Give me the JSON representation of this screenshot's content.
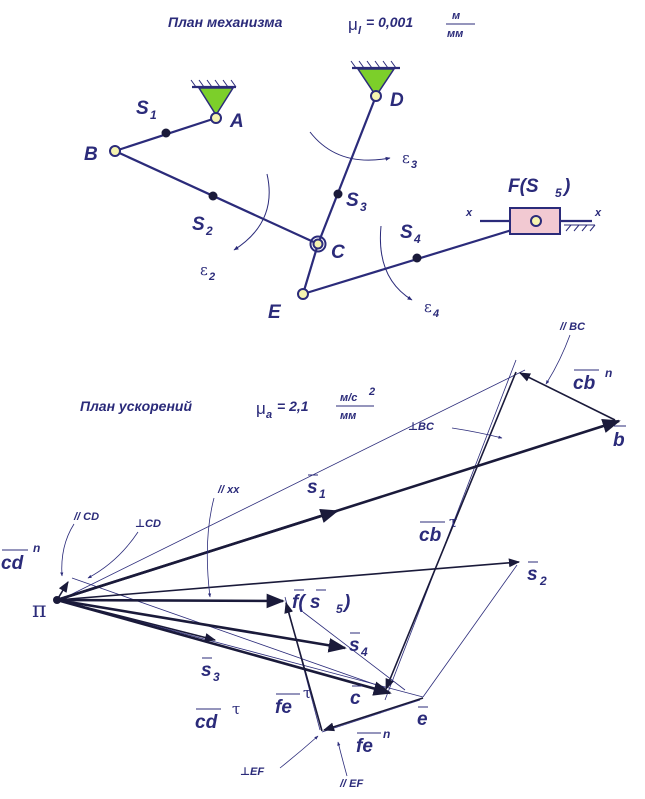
{
  "mechanism": {
    "title": "План механизма",
    "mu_symbol": "μ",
    "mu_sub": "l",
    "mu_value": "= 0,001",
    "mu_unit_num": "м",
    "mu_unit_den": "мм",
    "points": {
      "A": "A",
      "B": "B",
      "C": "C",
      "D": "D",
      "E": "E",
      "F": "F(S",
      "F_sub": "5",
      "F_close": ")"
    },
    "centers": {
      "S1": "S",
      "S1_sub": "1",
      "S2": "S",
      "S2_sub": "2",
      "S3": "S",
      "S3_sub": "3",
      "S4": "S",
      "S4_sub": "4"
    },
    "eps": {
      "e2": "ε",
      "e2_sub": "2",
      "e3": "ε",
      "e3_sub": "3",
      "e4": "ε",
      "e4_sub": "4"
    },
    "axis_left": "x",
    "axis_right": "x"
  },
  "accel": {
    "title": "План ускорений",
    "mu_symbol": "μ",
    "mu_sub": "a",
    "mu_value": "= 2,1",
    "mu_unit_num": "м/с",
    "mu_unit_pow": "2",
    "mu_unit_den": "мм",
    "pole": "π",
    "labels": {
      "b": "b",
      "s1": "s",
      "s1_sub": "1",
      "s2": "s",
      "s2_sub": "2",
      "s3": "s",
      "s3_sub": "3",
      "s4": "s",
      "s4_sub": "4",
      "f_s5": "f( s",
      "f_s5_sub": "5",
      "f_s5_close": ")",
      "c": "c",
      "e": "e",
      "cb_n": "cb",
      "cb_n_sup": "n",
      "cb_t": "cb",
      "cb_t_sup": "τ",
      "cd_n": "cd",
      "cd_n_sup": "n",
      "cd_t": "cd",
      "cd_t_sup": "τ",
      "fe_t": "fe",
      "fe_t_sup": "τ",
      "fe_n": "fe",
      "fe_n_sup": "n"
    },
    "notes": {
      "par_bc": "// BC",
      "perp_bc": "⊥BC",
      "par_xx": "// xx",
      "par_cd": "// CD",
      "perp_cd": "⊥CD",
      "perp_ef": "⊥EF",
      "par_ef": "// EF"
    }
  },
  "colors": {
    "ink": "#2b2b7a",
    "vector": "#1a1a3a",
    "support": "#7ccf2a",
    "slider": "#f2c9d2",
    "joint": "#f6f4b0"
  }
}
